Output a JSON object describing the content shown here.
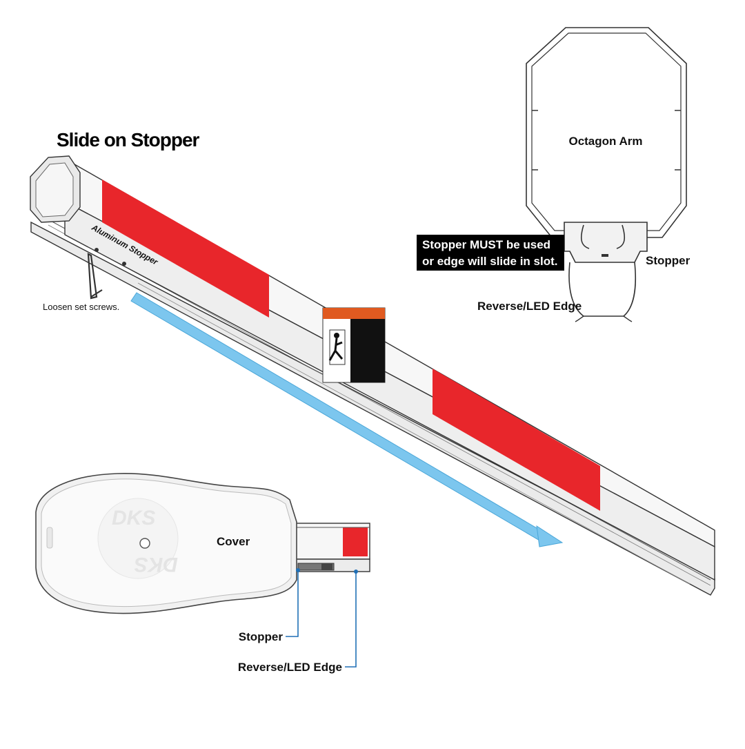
{
  "title": "Slide on Stopper",
  "labels": {
    "aluminum_stopper": "Aluminum Stopper",
    "loosen_set_screws": "Loosen set screws.",
    "octagon_arm": "Octagon Arm",
    "stopper_warning_line1": "Stopper MUST be used",
    "stopper_warning_line2": "or edge will slide in slot.",
    "stopper_right": "Stopper",
    "reverse_led_edge_right": "Reverse/LED Edge",
    "cover": "Cover",
    "stopper_bottom": "Stopper",
    "reverse_led_edge_bottom": "Reverse/LED Edge"
  },
  "logo": {
    "brand": "DKS"
  },
  "colors": {
    "stripe_red": "#e8262b",
    "arm_white": "#f7f7f7",
    "arm_shadow": "#e3e3e3",
    "outline": "#333333",
    "slide_arrow": "#7cc6ee",
    "slide_arrow_edge": "#4aa6d8",
    "leader_blue": "#1f6fb5",
    "warning_bg": "#000000"
  }
}
